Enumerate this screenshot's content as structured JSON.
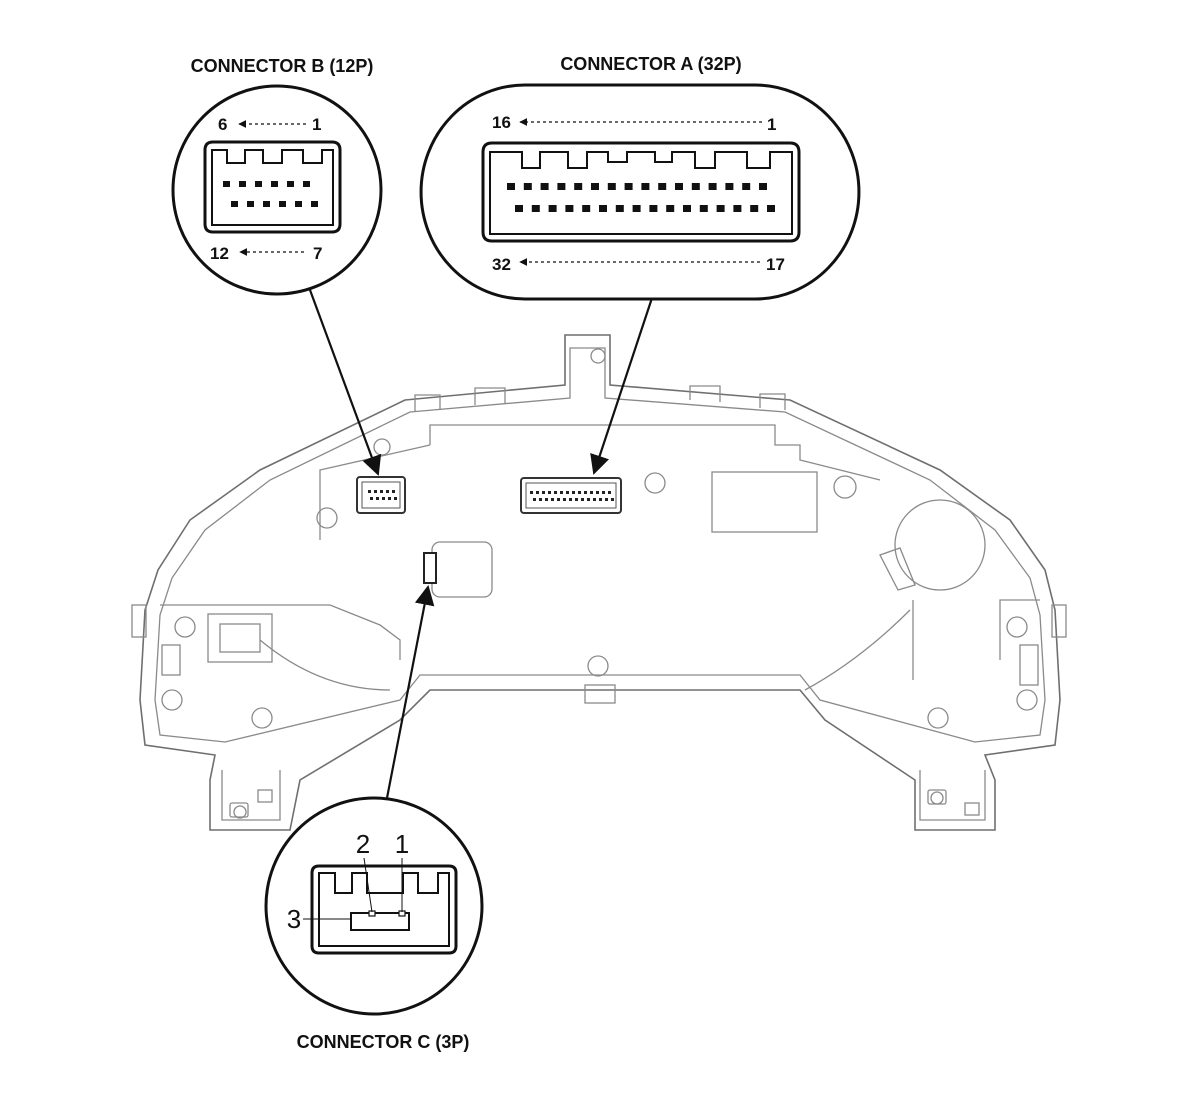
{
  "connector_b": {
    "title": "CONNECTOR B (12P)",
    "top_left": "6",
    "top_right": "1",
    "bottom_left": "12",
    "bottom_right": "7"
  },
  "connector_a": {
    "title": "CONNECTOR A (32P)",
    "top_left": "16",
    "top_right": "1",
    "bottom_left": "32",
    "bottom_right": "17"
  },
  "connector_c": {
    "title": "CONNECTOR C (3P)",
    "pin_2": "2",
    "pin_1": "1",
    "pin_3": "3"
  }
}
